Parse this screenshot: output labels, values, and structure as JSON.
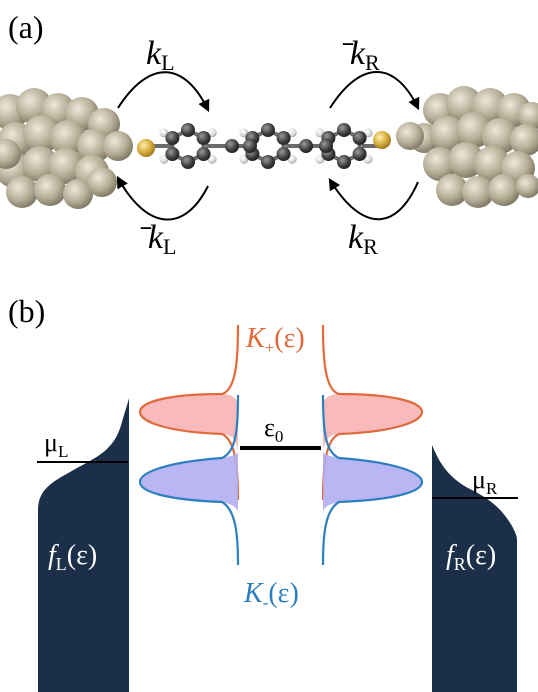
{
  "panel_a": {
    "label": "(a)",
    "rates": {
      "k_L": {
        "k": "k",
        "sub": "L"
      },
      "kbar_R": {
        "k": "k",
        "bar": "̄",
        "sub": "R"
      },
      "kbar_L": {
        "k": "k",
        "bar": "̄",
        "sub": "L"
      },
      "k_R": {
        "k": "k",
        "sub": "R"
      }
    }
  },
  "panel_b": {
    "label": "(b)",
    "K_plus": {
      "K": "K",
      "sub": "+",
      "arg": "(ε)"
    },
    "K_minus": {
      "K": "K",
      "sub": "-",
      "arg": "(ε)"
    },
    "epsilon0": {
      "eps": "ε",
      "sub": "0"
    },
    "mu_L": {
      "mu": "μ",
      "sub": "L"
    },
    "mu_R": {
      "mu": "μ",
      "sub": "R"
    },
    "f_L": {
      "f": "f",
      "sub": "L",
      "arg": "(ε)"
    },
    "f_R": {
      "f": "f",
      "sub": "R",
      "arg": "(ε)"
    }
  },
  "colors": {
    "electrode": "#b5ad96",
    "electrode_dark": "#7d7563",
    "sulfur": "#d4a93a",
    "carbon": "#3c3c3c",
    "hydrogen": "#d9d9de",
    "K_plus_line": "#e06a3b",
    "K_plus_fill": "#f7b3b3",
    "K_minus_line": "#2e7fbf",
    "K_minus_fill": "#b2aef2",
    "fermi_fill": "#1b3048"
  }
}
